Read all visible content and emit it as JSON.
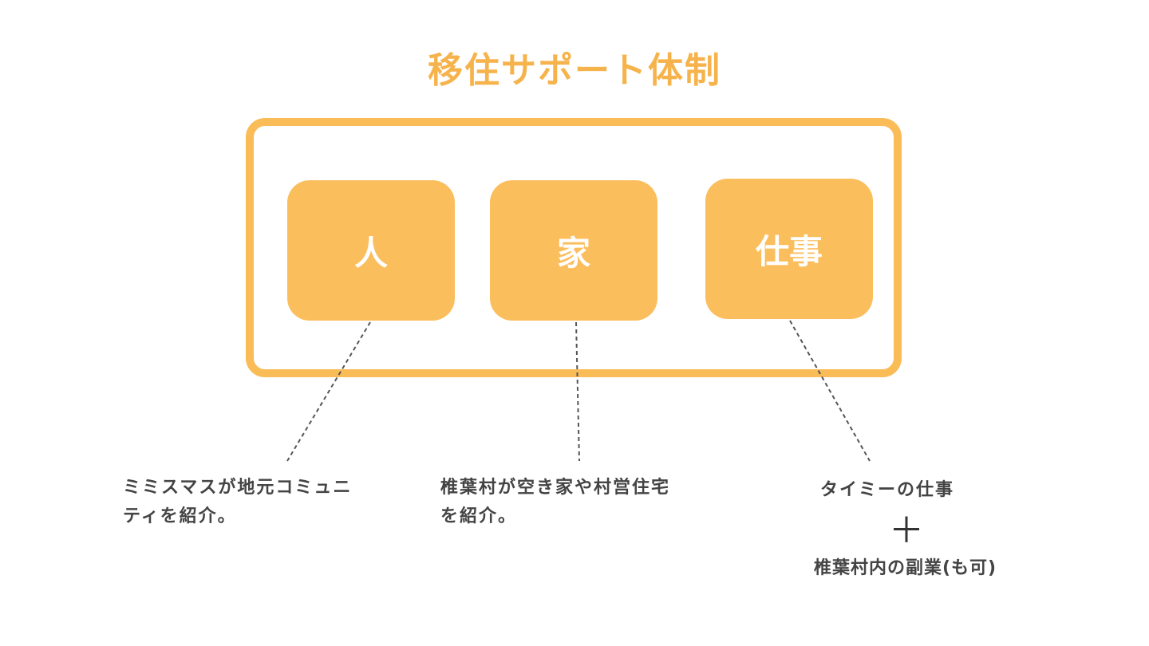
{
  "title": "移住サポート体制",
  "colors": {
    "title": "#f6b34c",
    "frame": "#f9bc57",
    "box": "#fbbe5d",
    "box_text": "#ffffff",
    "body_text": "#444444",
    "connector": "#555555"
  },
  "pillars": [
    {
      "label": "人",
      "description_lines": [
        "ミミスマスが地元コミュニ",
        "ティを紹介。"
      ]
    },
    {
      "label": "家",
      "description_lines": [
        "椎葉村が空き家や村営住宅",
        "を紹介。"
      ]
    },
    {
      "label": "仕事",
      "description_lines": [
        "タイミーの仕事"
      ],
      "plus": "＋",
      "extra": "椎葉村内の副業(も可)"
    }
  ]
}
